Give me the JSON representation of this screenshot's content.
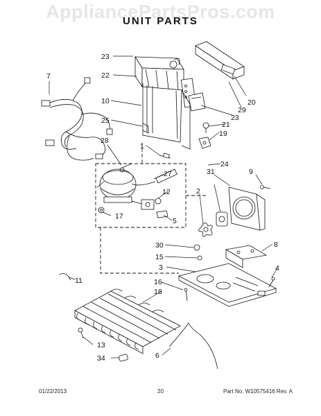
{
  "watermark": "AppliancePartsPros.com",
  "title": "UNIT PARTS",
  "callouts": {
    "c23a": "23",
    "c22": "22",
    "c10": "10",
    "c25": "25",
    "c7": "7",
    "c20": "20",
    "c29": "29",
    "c23b": "23",
    "c21": "21",
    "c19": "19",
    "c24": "24",
    "c28": "28",
    "c1": "1",
    "c27": "27",
    "c12": "12",
    "c17": "17",
    "c5": "5",
    "c31": "31",
    "c9": "9",
    "c2": "2",
    "c30": "30",
    "c15": "15",
    "c3": "3",
    "c8": "8",
    "c4": "4",
    "c11": "11",
    "c16": "16",
    "c18": "18",
    "c13": "13",
    "c34": "34",
    "c6": "6"
  },
  "footer": {
    "date": "01/22/2013",
    "page": "20",
    "part_no": "Part No.  W10575416  Rev. A"
  }
}
